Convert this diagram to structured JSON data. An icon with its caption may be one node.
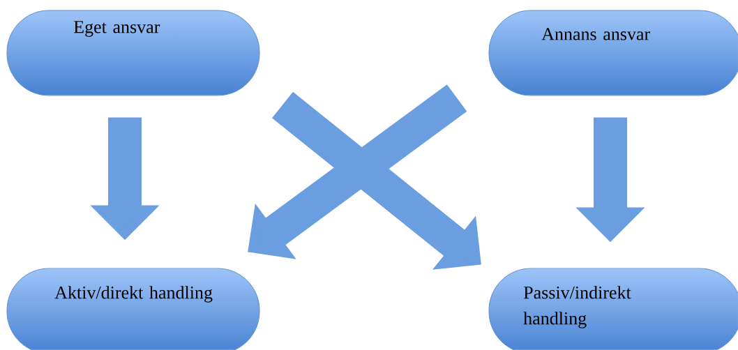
{
  "diagram": {
    "nodes": [
      {
        "text": [
          "Eget ansvar"
        ]
      },
      {
        "text": [
          "Annans ansvar"
        ]
      },
      {
        "text": [
          "Aktiv/direkt handling"
        ]
      },
      {
        "text": [
          "Passiv/indirekt handling"
        ]
      }
    ],
    "edges": [
      {
        "from": 0,
        "to": 2,
        "arrow": "to"
      },
      {
        "from": 1,
        "to": 3,
        "arrow": "to"
      },
      {
        "from": 1,
        "to": 2,
        "arrow": "to"
      },
      {
        "from": 0,
        "to": 3,
        "arrow": "to"
      }
    ]
  }
}
